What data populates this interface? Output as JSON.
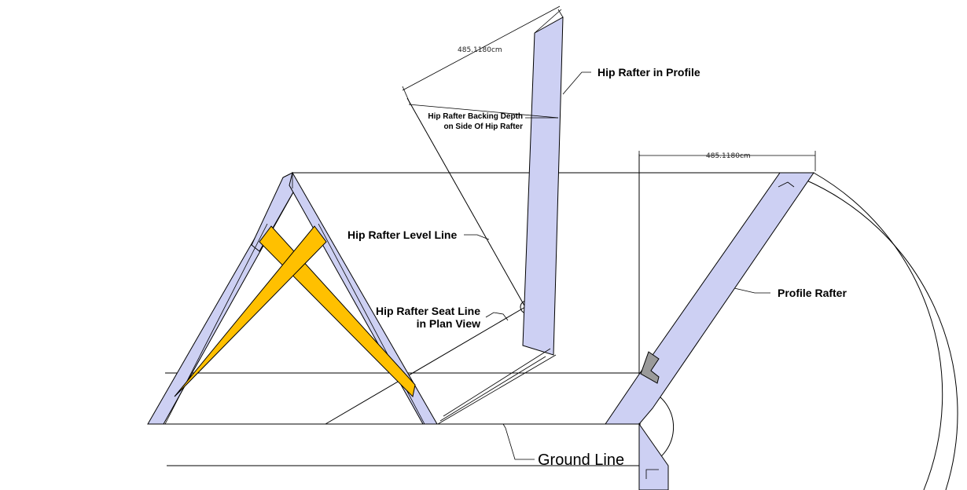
{
  "labels": {
    "hip_rafter_profile": "Hip Rafter in Profile",
    "backing_depth_line1": "Hip Rafter Backing Depth",
    "backing_depth_line2": "on Side Of Hip Rafter",
    "level_line": "Hip Rafter Level Line",
    "seat_line1": "Hip Rafter Seat Line",
    "seat_line2": "in Plan View",
    "profile_rafter": "Profile Rafter",
    "ground_line": "Ground Line"
  },
  "dimensions": {
    "hip_length": "485.1180cm",
    "profile_length": "485.1180cm"
  },
  "colors": {
    "rafter_fill": "#cdd0f3",
    "brace_fill": "#ffc000",
    "notch_fill": "#9a9a9a",
    "line": "#000000"
  }
}
